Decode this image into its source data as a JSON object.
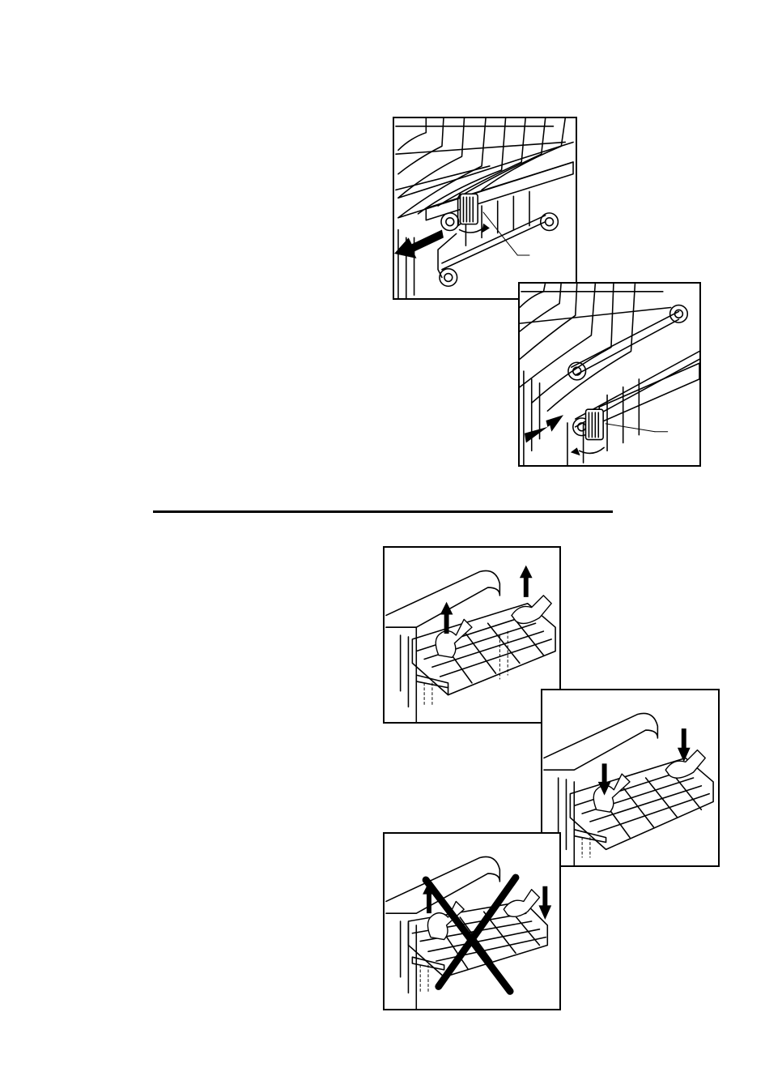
{
  "page": {
    "background": "#ffffff",
    "line_color": "#000000"
  },
  "figures": [
    {
      "id": "fig-1",
      "subject": "rack-adjuster-release",
      "shows": [
        "wire-rack",
        "rollers",
        "adjuster-lever",
        "pull-arrow",
        "rotate-arrow",
        "callout-line"
      ]
    },
    {
      "id": "fig-2",
      "subject": "rack-adjuster-engage",
      "shows": [
        "wire-rack",
        "rollers",
        "adjuster-lever",
        "push-arrow",
        "rotate-arrow",
        "callout-line"
      ]
    },
    {
      "id": "fig-3",
      "subject": "lift-rack-both-sides",
      "shows": [
        "dishwasher-top",
        "wire-rack",
        "two-hands",
        "up-arrows"
      ]
    },
    {
      "id": "fig-4",
      "subject": "lower-rack-both-sides",
      "shows": [
        "dishwasher-top",
        "wire-rack",
        "two-hands",
        "down-arrows"
      ]
    },
    {
      "id": "fig-5",
      "subject": "incorrect-one-side-up-one-down",
      "shows": [
        "dishwasher-top",
        "wire-rack",
        "two-hands",
        "up-arrow",
        "down-arrow",
        "cross-mark"
      ]
    }
  ]
}
